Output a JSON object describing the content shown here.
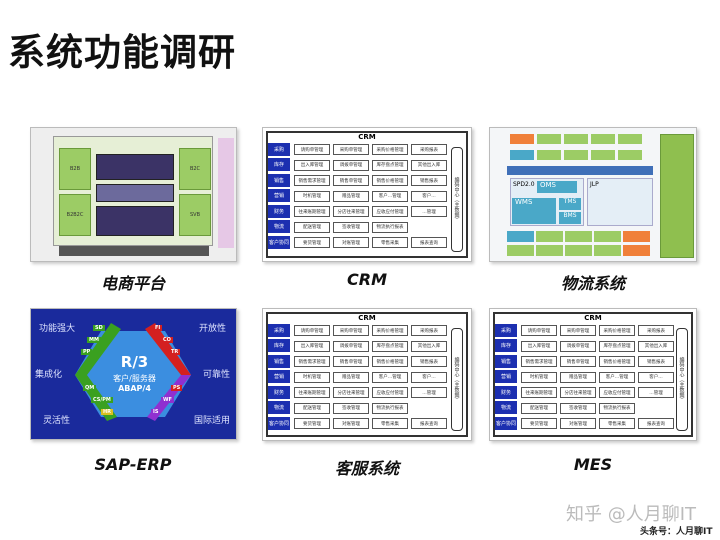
{
  "title": "系统功能调研",
  "captions": [
    "电商平台",
    "CRM",
    "物流系统",
    "SAP-ERP",
    "客服系统",
    "MES"
  ],
  "ecommerce": {
    "blocks": [
      "B2B",
      "B2C",
      "B2B2C",
      "SVB"
    ]
  },
  "crm": {
    "title": "CRM",
    "side": "编码中心（主数据）",
    "rows": [
      {
        "label": "采购",
        "cells": [
          "请购单管理",
          "采购单管理",
          "采购价格管理",
          "采购报表"
        ]
      },
      {
        "label": "库存",
        "cells": [
          "出入库管理",
          "调拨单管理",
          "库存盘点管理",
          "其他出入库"
        ]
      },
      {
        "label": "销售",
        "cells": [
          "销售需求管理",
          "销售单管理",
          "销售价格管理",
          "销售报表"
        ]
      },
      {
        "label": "营销",
        "cells": [
          "时机管理",
          "赠品管理",
          "客户…管理",
          "客户…"
        ]
      },
      {
        "label": "财务",
        "cells": [
          "往来账期管理",
          "分店往来管理",
          "应收应付管理",
          "…管理"
        ]
      },
      {
        "label": "物流",
        "cells": [
          "配送管理",
          "签收管理",
          "物流执行报表"
        ]
      },
      {
        "label": "客户协同",
        "cells": [
          "要货管理",
          "对账管理",
          "零售采集",
          "报表查询"
        ]
      }
    ]
  },
  "logistics": {
    "labels": [
      "SPD2.0",
      "OMS",
      "WMS",
      "TMS",
      "BMS",
      "JLP"
    ]
  },
  "sap": {
    "center": "R/3",
    "sub1": "客户/服务器",
    "sub2": "ABAP/4",
    "modules": [
      "SD",
      "MM",
      "PP",
      "QM",
      "CS/PM",
      "HR",
      "FI",
      "CO",
      "TR",
      "PS",
      "WF",
      "IS"
    ],
    "features": [
      "功能强大",
      "开放性",
      "集成化",
      "可靠性",
      "灵活性",
      "国际适用"
    ]
  },
  "watermark": "知乎 @人月聊IT",
  "footer": "头条号：人月聊IT",
  "colors": {
    "grid_label": "#1c2fb0",
    "sap_bg": "#1a2a9c",
    "green": "#9ccc65",
    "orange": "#f0803a",
    "teal": "#4aa8c8"
  }
}
